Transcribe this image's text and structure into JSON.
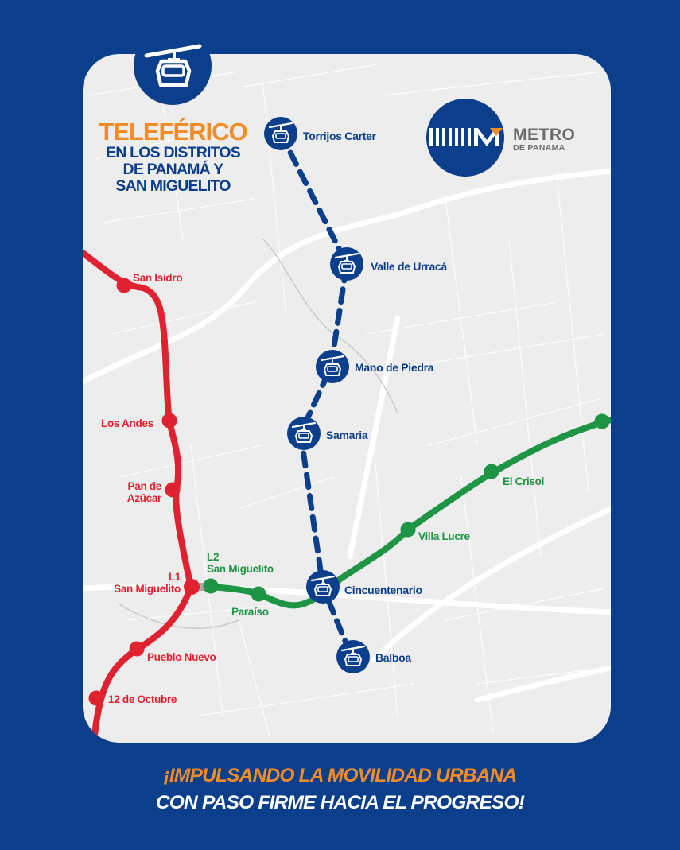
{
  "header": {
    "title": "TELEFÉRICO",
    "subtitle_lines": [
      "EN LOS DISTRITOS",
      "DE PANAMÁ Y",
      "SAN MIGUELITO"
    ],
    "badge_icon": "cable-car-icon"
  },
  "brand": {
    "name": "METRO",
    "tagline": "DE PANAMA",
    "logo_icon": "metro-panama-logo",
    "colors": {
      "primary": "#0B3F8C",
      "accent": "#F28C28",
      "text": "#6B6B6B"
    }
  },
  "map": {
    "background": "#EDEDED",
    "teleferico_line": {
      "name": "Teleférico",
      "color": "#0B3F8C",
      "style": "dashed",
      "stations": [
        {
          "name": "Torrijos Carter"
        },
        {
          "name": "Valle de Urracá"
        },
        {
          "name": "Mano de Piedra"
        },
        {
          "name": "Samaria"
        },
        {
          "name": "Cincuentenario"
        },
        {
          "name": "Balboa"
        }
      ]
    },
    "line1": {
      "name": "L1",
      "color": "#E02230",
      "stations": [
        {
          "name": "San Isidro"
        },
        {
          "name": "Los Andes"
        },
        {
          "name": "Pan de Azúcar",
          "lines": [
            "Pan de",
            "Azúcar"
          ]
        },
        {
          "name": "San Miguelito",
          "prefix": "L1"
        },
        {
          "name": "Pueblo Nuevo"
        },
        {
          "name": "12 de Octubre"
        }
      ]
    },
    "line2": {
      "name": "L2",
      "color": "#1E9445",
      "stations": [
        {
          "name": "San Miguelito",
          "prefix": "L2"
        },
        {
          "name": "Paraíso"
        },
        {
          "name": "Cincuentenario"
        },
        {
          "name": "Villa Lucre"
        },
        {
          "name": "El Crisol"
        }
      ]
    }
  },
  "footer": {
    "line1": "¡IMPULSANDO LA MOVILIDAD URBANA",
    "line2": "CON PASO FIRME HACIA EL PROGRESO!"
  }
}
